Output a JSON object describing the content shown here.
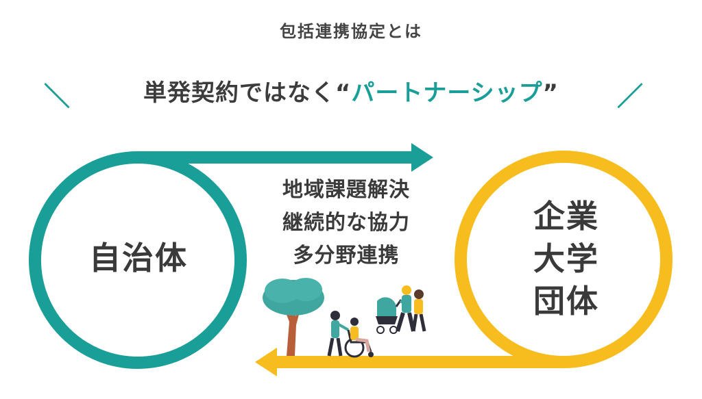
{
  "subtitle": "包括連携協定とは",
  "headline": {
    "slash_left": "＼",
    "prefix": "単発契約ではなく“",
    "accent": "パートナーシップ",
    "suffix": "”",
    "slash_right": "／"
  },
  "left_node": {
    "label": "自治体"
  },
  "right_node": {
    "lines": [
      "企業",
      "大学",
      "団体"
    ]
  },
  "center_benefits": [
    "地域課題解決",
    "継続的な協力",
    "多分野連携"
  ],
  "colors": {
    "teal": "#1a9e98",
    "yellow": "#f7bd1e",
    "text": "#3a3a3a"
  },
  "illustration": {
    "icons": [
      "tree-icon",
      "wheelchair-caregiver-icon",
      "stroller-couple-icon"
    ]
  }
}
